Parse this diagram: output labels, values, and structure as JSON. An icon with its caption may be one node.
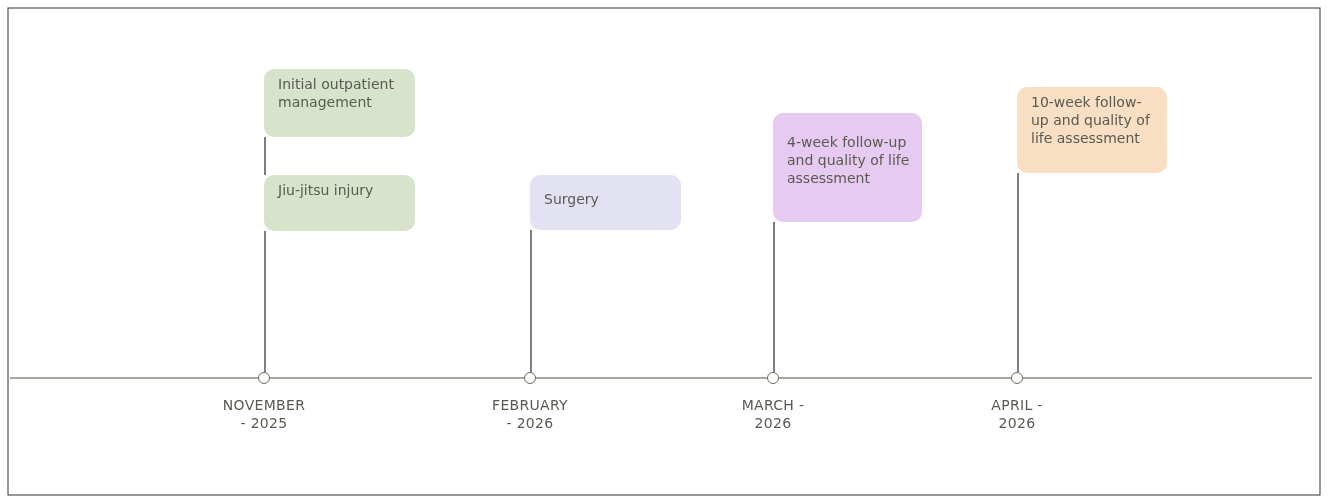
{
  "diagram": {
    "nodes": [
      {
        "text": [
          "Initial outpatient management"
        ]
      },
      {
        "text": [
          "Jiu-jitsu injury"
        ]
      },
      {
        "text": [
          "Surgery"
        ]
      },
      {
        "text": [
          "4-week follow-up and quality of life assessment"
        ]
      },
      {
        "text": [
          "10-week follow-up and quality of life assessment"
        ]
      },
      {
        "text": [],
        "shape": "circle",
        "beside": [
          "NOVEMBER - 2025"
        ]
      },
      {
        "text": [],
        "shape": "circle",
        "beside": [
          "FEBRUARY - 2026"
        ]
      },
      {
        "text": [],
        "shape": "circle",
        "beside": [
          "MARCH - 2026"
        ]
      },
      {
        "text": [],
        "shape": "circle",
        "beside": [
          "APRIL - 2026"
        ]
      }
    ],
    "edges": [
      {
        "from": 5,
        "to": 1,
        "arrow": "none"
      },
      {
        "from": 1,
        "to": 0,
        "arrow": "none"
      },
      {
        "from": 6,
        "to": 2,
        "arrow": "none"
      },
      {
        "from": 7,
        "to": 3,
        "arrow": "none"
      },
      {
        "from": 8,
        "to": 4,
        "arrow": "none"
      }
    ]
  }
}
